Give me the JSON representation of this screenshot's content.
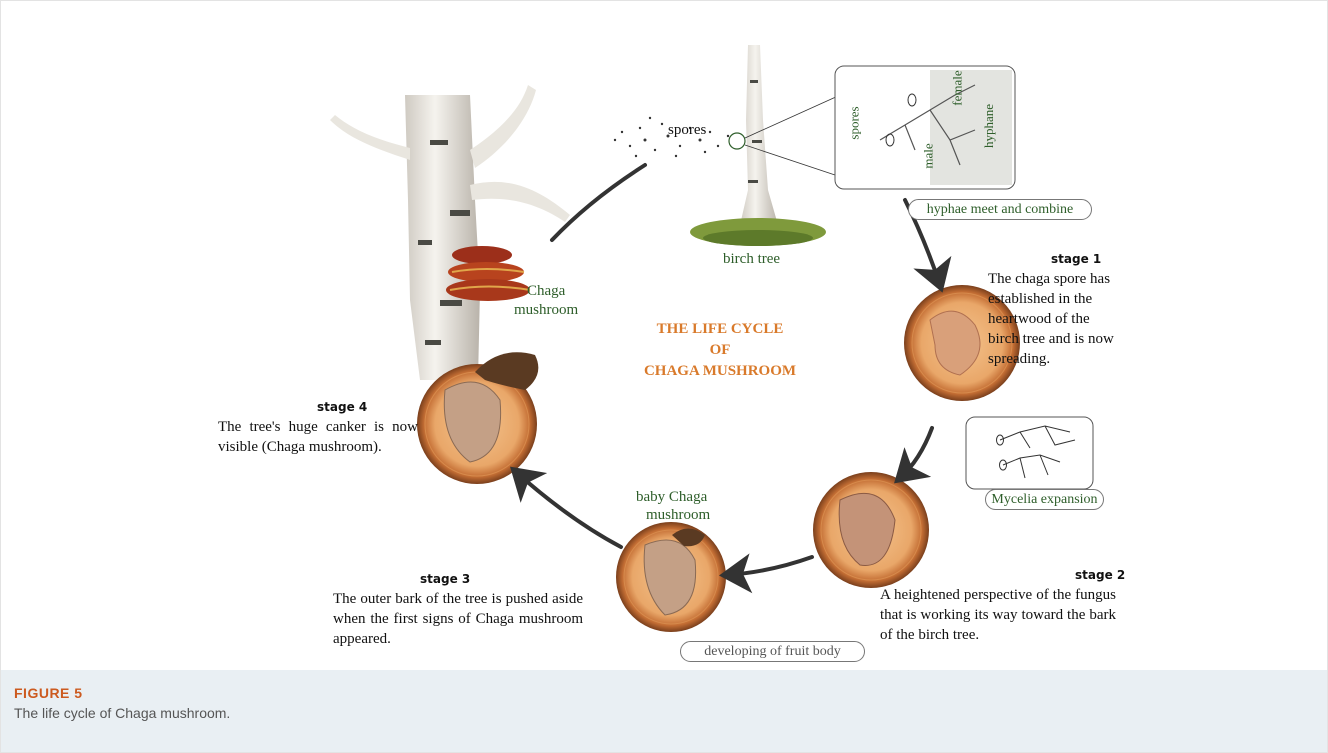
{
  "figure": {
    "label": "FIGURE 5",
    "caption": "The life cycle of Chaga mushroom."
  },
  "diagram": {
    "title_lines": [
      "THE LIFE CYCLE",
      "OF",
      "CHAGA MUSHROOM"
    ],
    "labels": {
      "spores": "spores",
      "birch_tree": "birch tree",
      "chaga_mushroom": [
        "Chaga",
        "mushroom"
      ],
      "baby_chaga": [
        "baby Chaga",
        "mushroom"
      ]
    },
    "inset_hyphae": {
      "spores": "spores",
      "female": "female",
      "hyphane": "hyphane",
      "male": "male",
      "caption": "hyphae meet and combine"
    },
    "inset_mycelia": {
      "caption": "Mycelia expansion"
    },
    "fruit_body_label": "developing of fruit body",
    "stages": [
      {
        "heading": "stage 1",
        "text": "The chaga spore has established in the heartwood of the birch tree and is now spreading."
      },
      {
        "heading": "stage 2",
        "text": "A heightened perspective of the fungus that is working its way toward the bark of the birch tree."
      },
      {
        "heading": "stage 3",
        "text": "The outer bark of the tree is pushed aside when the first signs of Chaga mushroom appeared."
      },
      {
        "heading": "stage 4",
        "text": "The tree's huge canker is now visible (Chaga mushroom)."
      }
    ],
    "colors": {
      "title": "#d97a2b",
      "label_green": "#2e5e2a",
      "figure_label": "#cc5a1f",
      "wood_ring": "#c8793a",
      "heartwood": "#f0b27a",
      "canker": "#5a3a22",
      "arrow": "#333333"
    }
  }
}
